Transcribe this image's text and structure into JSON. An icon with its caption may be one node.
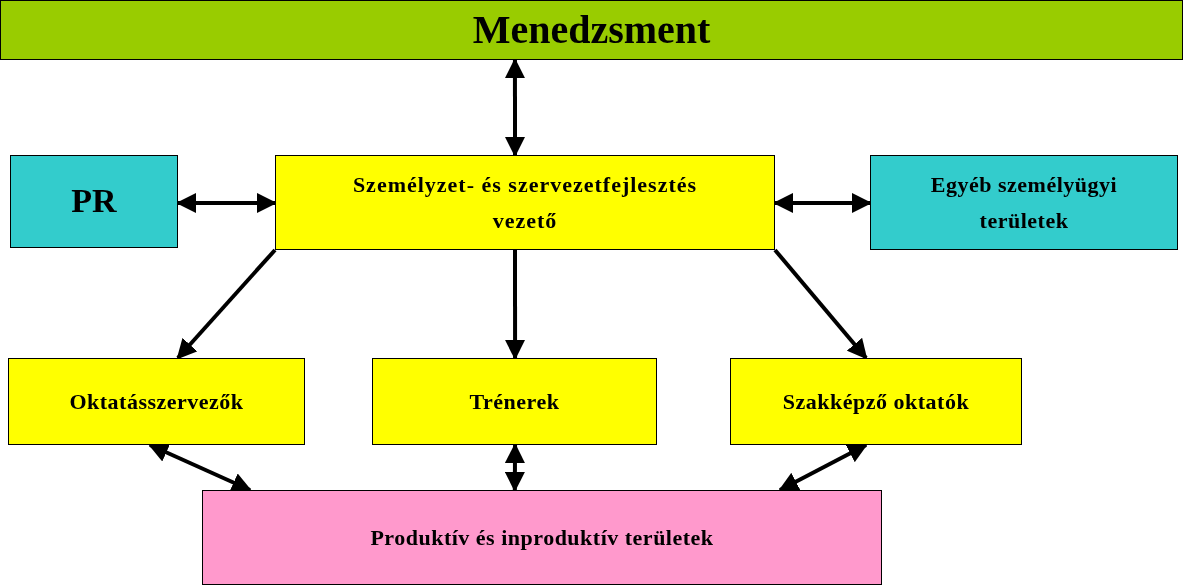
{
  "diagram": {
    "nodes": [
      {
        "text": [
          "Menedzsment"
        ]
      },
      {
        "text": [
          "PR"
        ]
      },
      {
        "text": [
          "Személyzet- és szervezetfejlesztés vezető"
        ]
      },
      {
        "text": [
          "Egyéb személyügyi területek"
        ]
      },
      {
        "text": [
          "Oktatásszervezők"
        ]
      },
      {
        "text": [
          "Trénerek"
        ]
      },
      {
        "text": [
          "Szakképző oktatók"
        ]
      },
      {
        "text": [
          "Produktív és inproduktív területek"
        ]
      }
    ],
    "edges": [
      {
        "from": 0,
        "to": 2,
        "arrow": "both"
      },
      {
        "from": 1,
        "to": 2,
        "arrow": "both"
      },
      {
        "from": 2,
        "to": 3,
        "arrow": "both"
      },
      {
        "from": 2,
        "to": 4,
        "arrow": "to"
      },
      {
        "from": 2,
        "to": 5,
        "arrow": "to"
      },
      {
        "from": 2,
        "to": 6,
        "arrow": "to"
      },
      {
        "from": 4,
        "to": 7,
        "arrow": "both"
      },
      {
        "from": 5,
        "to": 7,
        "arrow": "both"
      },
      {
        "from": 6,
        "to": 7,
        "arrow": "both"
      }
    ]
  }
}
